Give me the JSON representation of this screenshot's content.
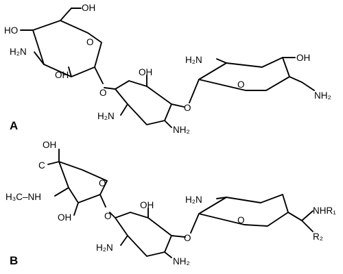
{
  "panels": {
    "a": "A",
    "b": "B"
  },
  "structure_a": {
    "ring1": {
      "oh_top": "OH",
      "ho_left": "HO",
      "h2n_left": "H₂N",
      "oh_bottom": "OH",
      "ring_o": "O"
    },
    "ring2": {
      "link_o": "O",
      "oh_top": "OH",
      "h2n_bottom": "H₂N",
      "nh2_bottom": "NH₂",
      "link_o_right": "O"
    },
    "ring3": {
      "h2n_top": "H₂N",
      "oh_right": "OH",
      "ring_o": "O",
      "nh2_right": "NH₂"
    }
  },
  "structure_b": {
    "ring1": {
      "oh_top": "OH",
      "c_label": "C",
      "h3cnh_left": "H₃C–NH",
      "oh_bottom": "OH",
      "ring_o": "O"
    },
    "ring2": {
      "link_o": "O",
      "oh_top": "OH",
      "h2n_bottom": "H₂N",
      "nh2_bottom": "NH₂",
      "link_o_right": "O"
    },
    "ring3": {
      "h2n_top": "H₂N",
      "ring_o": "O",
      "nhr1": "NHR₁",
      "r2": "R₂"
    }
  }
}
